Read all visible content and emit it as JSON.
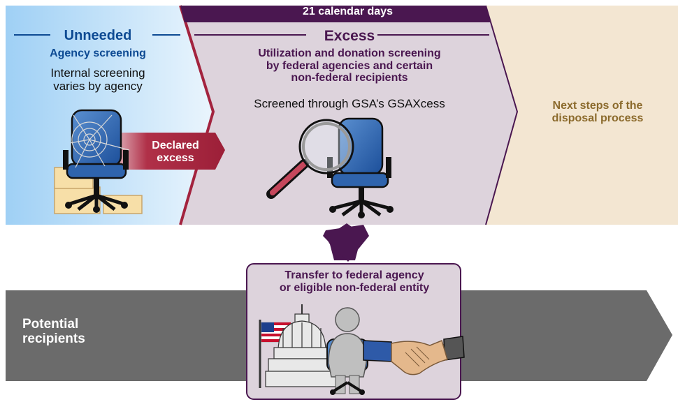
{
  "unneeded": {
    "title": "Unneeded",
    "subtitle": "Agency screening",
    "description_line1": "Internal screening",
    "description_line2": "varies by agency"
  },
  "declared": {
    "line1": "Declared",
    "line2": "excess"
  },
  "excess": {
    "duration_label": "21 calendar days",
    "title": "Excess",
    "description_line1": "Utilization and donation screening",
    "description_line2": "by federal agencies and certain",
    "description_line3": "non-federal recipients",
    "screened_text": "Screened through GSA’s GSAXcess"
  },
  "next_steps": {
    "line1": "Next steps of the",
    "line2": "disposal process"
  },
  "transfer": {
    "line1": "Transfer to federal agency",
    "line2": "or eligible non-federal entity"
  },
  "recipients": {
    "line1": "Potential",
    "line2": "recipients"
  },
  "colors": {
    "unneeded_blue": "#0d4a93",
    "excess_purple": "#4a1750",
    "declared_red": "#a3233e",
    "next_steps_gold": "#8b6a2c",
    "recipients_gray": "#6b6b6b",
    "excess_fill": "#ddd3dc",
    "next_steps_fill": "#f3e6d2"
  },
  "icons": [
    "office-chair-icon",
    "spider-web-icon",
    "box-icon",
    "magnifying-glass-icon",
    "us-flag-icon",
    "capitol-dome-icon",
    "person-icon",
    "handshake-icon"
  ]
}
